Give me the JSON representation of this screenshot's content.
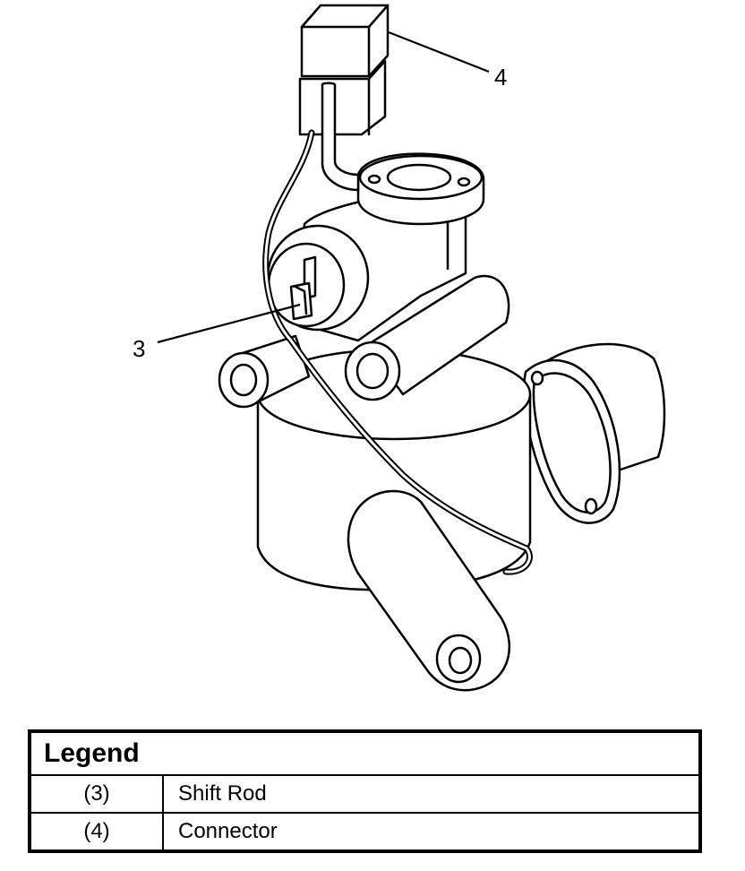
{
  "callouts": {
    "shift_rod": "3",
    "connector": "4"
  },
  "legend": {
    "title": "Legend",
    "rows": [
      {
        "num": "(3)",
        "text": "Shift Rod"
      },
      {
        "num": "(4)",
        "text": "Connector"
      }
    ]
  }
}
